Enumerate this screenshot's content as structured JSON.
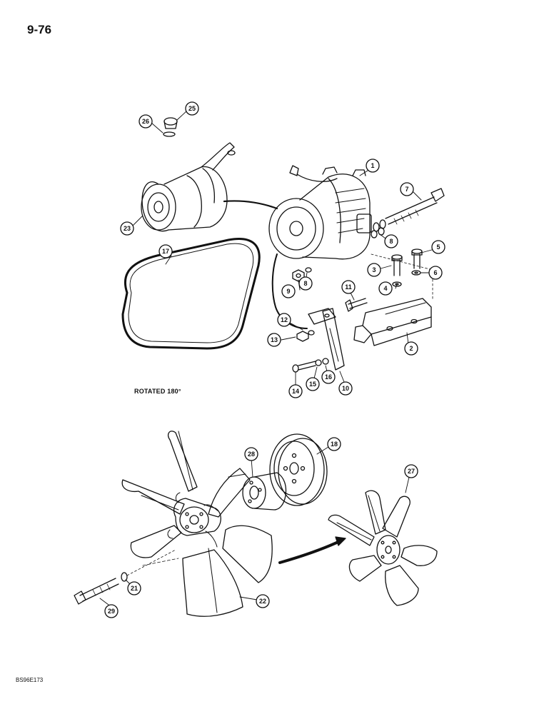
{
  "page": {
    "number": "9-76",
    "note": "ROTATED 180°",
    "doc_code": "BS96E173"
  },
  "callouts": [
    "1",
    "2",
    "3",
    "4",
    "5",
    "6",
    "7",
    "8",
    "8",
    "9",
    "10",
    "11",
    "12",
    "13",
    "14",
    "15",
    "16",
    "17",
    "18",
    "21",
    "22",
    "23",
    "25",
    "26",
    "27",
    "28",
    "29"
  ],
  "colors": {
    "ink": "#111111",
    "paper": "#ffffff",
    "shade": "#cfcfcf"
  }
}
